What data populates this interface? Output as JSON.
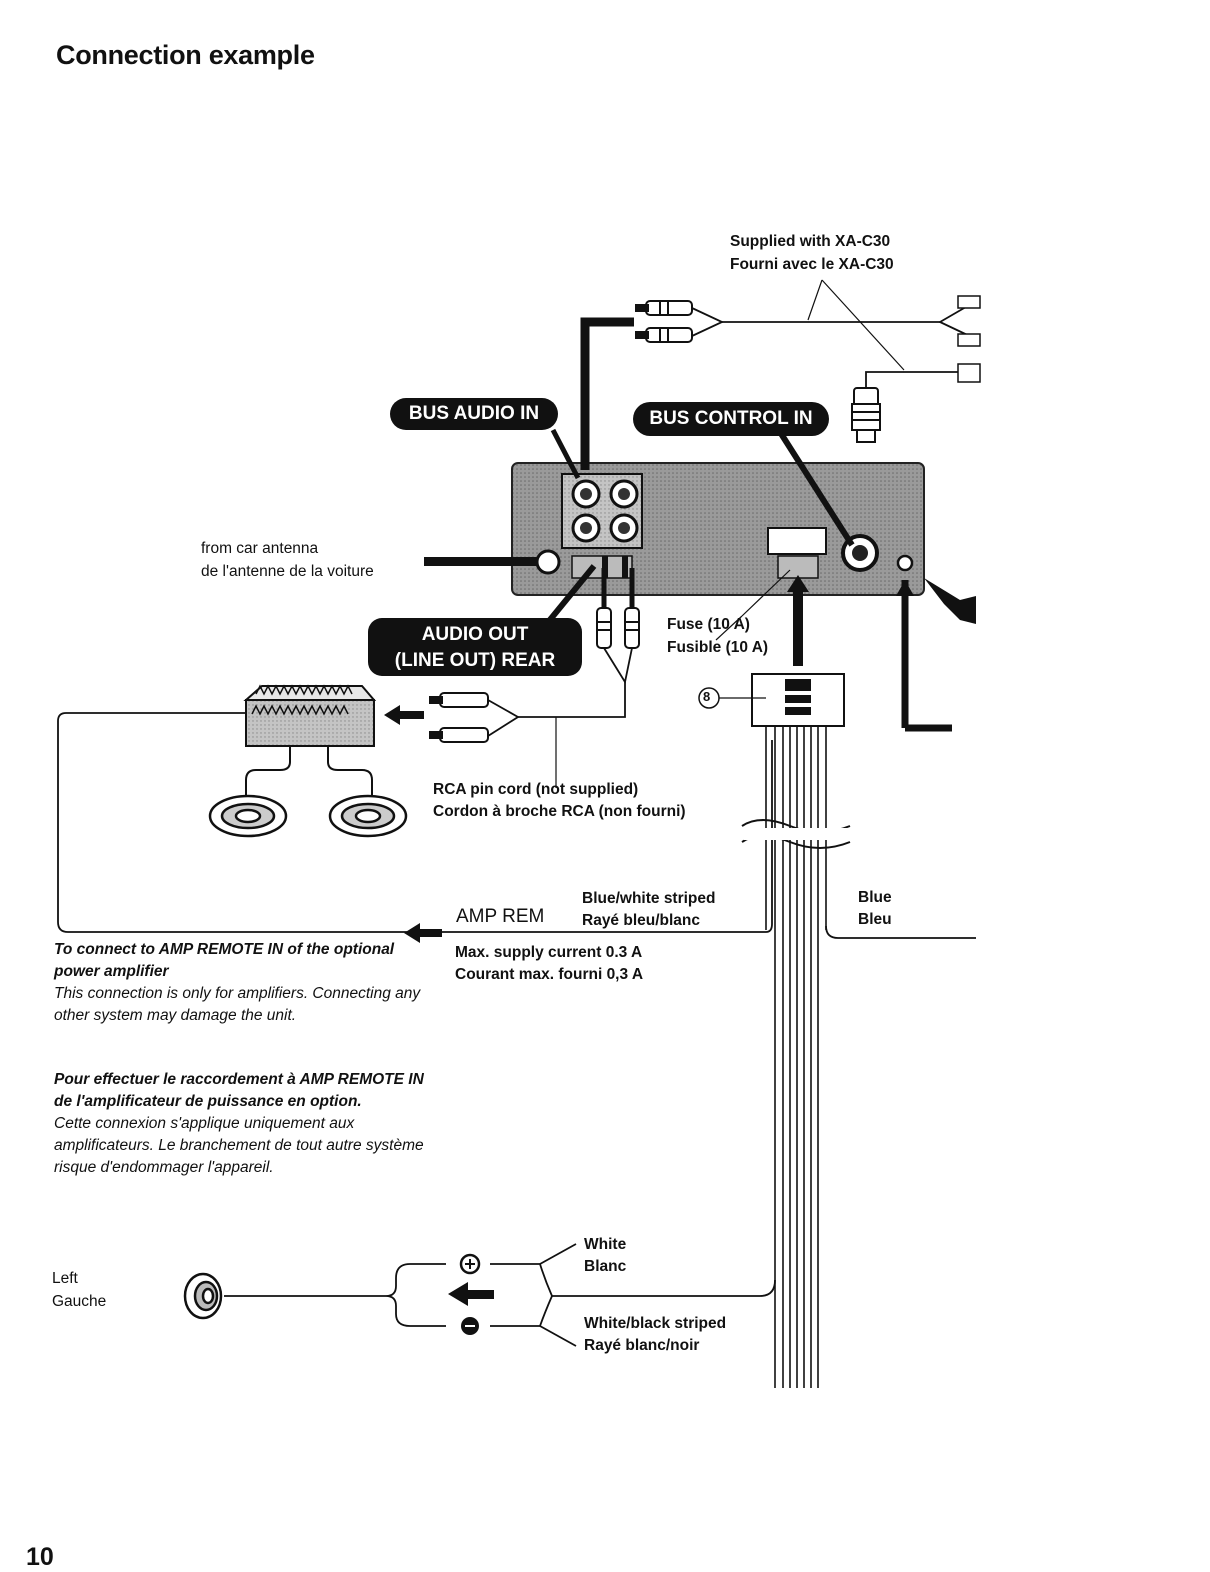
{
  "page": {
    "title": "Connection example",
    "page_number": "10"
  },
  "labels": {
    "supplied_en": "Supplied with XA-C30",
    "supplied_fr": "Fourni avec le XA-C30",
    "bus_audio_in": "BUS AUDIO IN",
    "bus_control_in": "BUS CONTROL IN",
    "antenna_en": "from car antenna",
    "antenna_fr": "de l'antenne de la voiture",
    "audio_out_line1": "AUDIO OUT",
    "audio_out_line2": "(LINE OUT) REAR",
    "fuse_en": "Fuse (10 A)",
    "fuse_fr": "Fusible (10 A)",
    "connector_number": "8",
    "rca_en": "RCA pin cord (not supplied)",
    "rca_fr": "Cordon à broche RCA (non fourni)",
    "blue_white_en": "Blue/white striped",
    "blue_white_fr": "Rayé bleu/blanc",
    "amp_rem": "AMP REM",
    "blue_en": "Blue",
    "blue_fr": "Bleu",
    "max_supply_en": "Max. supply current 0.3 A",
    "max_supply_fr": "Courant max. fourni 0,3 A",
    "white_en": "White",
    "white_fr": "Blanc",
    "white_black_en": "White/black striped",
    "white_black_fr": "Rayé blanc/noir",
    "left_en": "Left",
    "left_fr": "Gauche",
    "plus": "+",
    "minus": "−"
  },
  "notes": {
    "en_heading": "To connect to AMP REMOTE IN of the optional power amplifier",
    "en_body": "This connection is only for amplifiers. Connecting any other system may damage the unit.",
    "fr_heading": "Pour effectuer le raccordement à AMP REMOTE IN de l'amplificateur de puissance en option.",
    "fr_body": "Cette connexion s'applique uniquement aux amplificateurs. Le branchement de tout autre système risque d'endommager l'appareil."
  }
}
